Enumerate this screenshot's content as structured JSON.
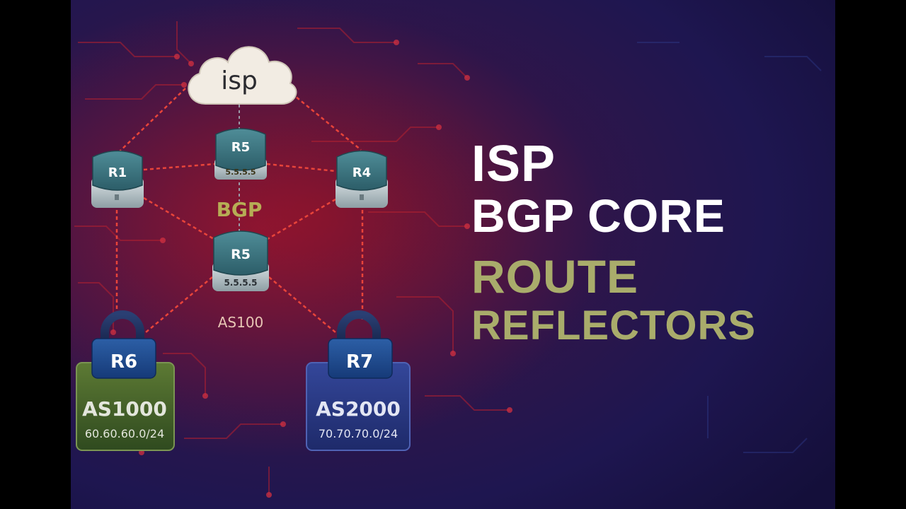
{
  "diagram": {
    "isp_label": "isp",
    "bgp_label": "BGP",
    "as100_label": "AS100",
    "routers": {
      "r1": {
        "name": "R1"
      },
      "r4": {
        "name": "R4"
      },
      "r5_top": {
        "name": "R5",
        "ip": "5.5.5.5"
      },
      "r5_mid": {
        "name": "R5",
        "ip": "5.5.5.5"
      },
      "r6": {
        "name": "R6",
        "as": "AS1000",
        "prefix": "60.60.60.0/24"
      },
      "r7": {
        "name": "R7",
        "as": "AS2000",
        "prefix": "70.70.70.0/24"
      }
    }
  },
  "title": {
    "line1": "ISP",
    "line2": "BGP CORE",
    "line3": "ROUTE",
    "line4": "REFLECTORS"
  },
  "colors": {
    "title_white": "#ffffff",
    "title_accent": "#a9ac6b",
    "link_red": "#e8443a",
    "router_teal": "#3f7b86",
    "as1000_green": "#4f6b2e",
    "as2000_blue": "#2b3d8c"
  }
}
